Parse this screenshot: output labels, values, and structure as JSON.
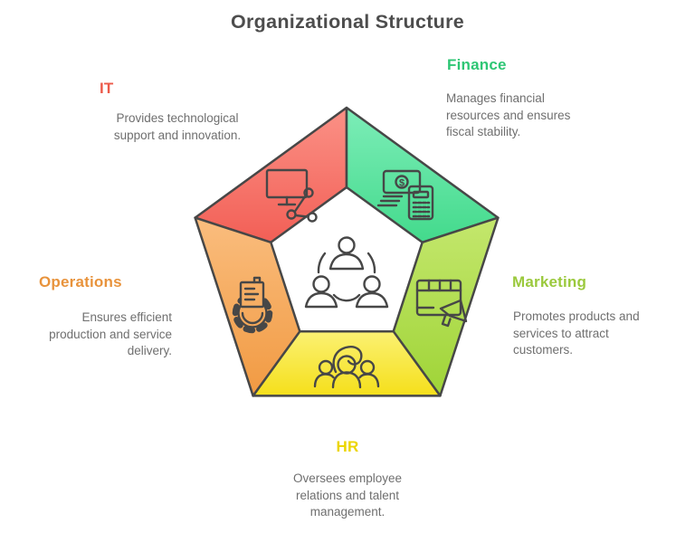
{
  "title": "Organizational Structure",
  "colors": {
    "background": "#ffffff",
    "title_text": "#4d4d4d",
    "description_text": "#6f6f6f",
    "outline": "#474747",
    "it": {
      "label": "#ec5a4a",
      "fill_light": "#fb9186",
      "fill_dark": "#f25f56"
    },
    "finance": {
      "label": "#2ec674",
      "fill_light": "#7dedb8",
      "fill_dark": "#43da8c"
    },
    "marketing": {
      "label": "#9bc93d",
      "fill_light": "#c4e76d",
      "fill_dark": "#9fd437"
    },
    "hr": {
      "label": "#ecd500",
      "fill_light": "#fbf173",
      "fill_dark": "#f5df1a"
    },
    "operations": {
      "label": "#e8933c",
      "fill_light": "#fabd7e",
      "fill_dark": "#f19a42"
    }
  },
  "sections": {
    "it": {
      "label": "IT",
      "desc_lines": [
        "Provides technological",
        "support and innovation."
      ],
      "icon": "computer-network-icon"
    },
    "finance": {
      "label": "Finance",
      "desc_lines": [
        "Manages financial",
        "resources and ensures",
        "fiscal stability."
      ],
      "icon": "money-calculator-icon"
    },
    "marketing": {
      "label": "Marketing",
      "desc_lines": [
        "Promotes products and",
        "services to attract",
        "customers."
      ],
      "icon": "chart-megaphone-icon"
    },
    "hr": {
      "label": "HR",
      "desc_lines": [
        "Oversees employee",
        "relations and talent",
        "management."
      ],
      "icon": "people-talent-icon"
    },
    "operations": {
      "label": "Operations",
      "desc_lines": [
        "Ensures efficient",
        "production and service",
        "delivery."
      ],
      "icon": "gear-production-icon"
    }
  },
  "center": {
    "icon": "team-network-icon"
  },
  "glyphs": {
    "dollar": "$"
  }
}
